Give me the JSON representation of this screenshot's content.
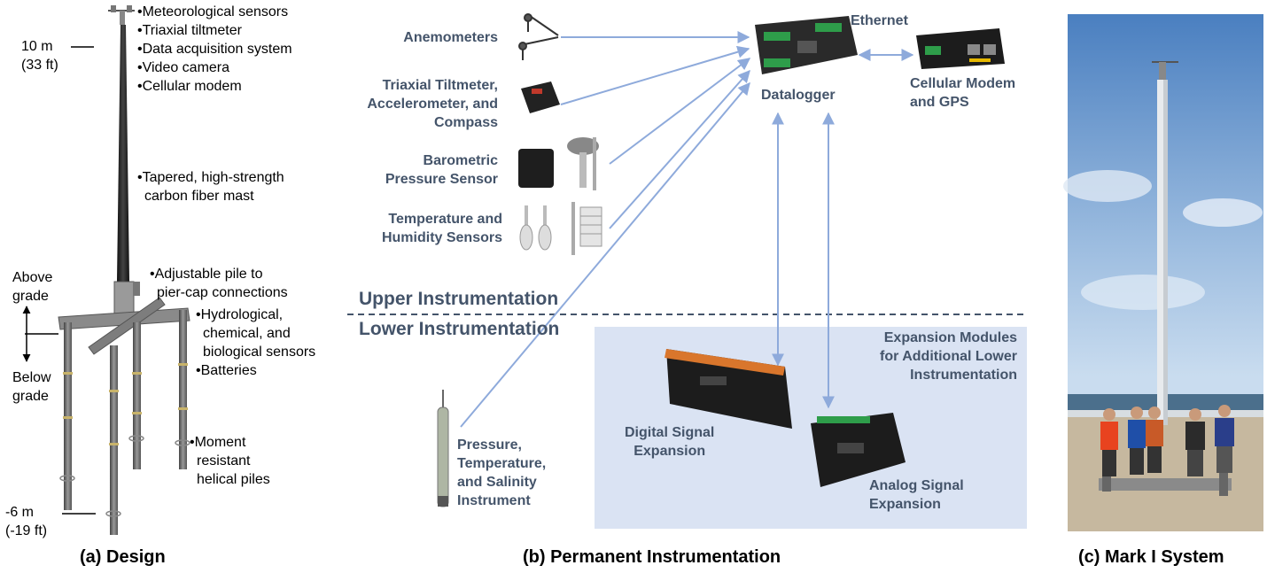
{
  "design": {
    "mast_labels": [
      "•Meteorological sensors",
      "•Triaxial tiltmeter",
      "•Data acquisition system",
      "•Video camera",
      "•Cellular modem"
    ],
    "mast_body": [
      "•Tapered, high-strength",
      "carbon fiber mast"
    ],
    "pile_conn": [
      "•Adjustable pile to",
      "pier-cap connections"
    ],
    "sensors": [
      "•Hydrological,",
      "chemical, and",
      "biological sensors",
      "•Batteries"
    ],
    "piles": [
      "•Moment",
      "resistant",
      "helical piles"
    ],
    "height_top": [
      "10 m",
      "(33 ft)"
    ],
    "height_bottom": [
      "-6 m",
      "(-19 ft)"
    ],
    "above": [
      "Above",
      "grade"
    ],
    "below": [
      "Below",
      "grade"
    ],
    "caption": "(a) Design"
  },
  "instrumentation": {
    "anemometers": "Anemometers",
    "tiltmeter": [
      "Triaxial Tiltmeter,",
      "Accelerometer, and",
      "Compass"
    ],
    "barometric": [
      "Barometric",
      "Pressure Sensor"
    ],
    "temperature": [
      "Temperature and",
      "Humidity Sensors"
    ],
    "ethernet": "Ethernet",
    "datalogger": "Datalogger",
    "modem": [
      "Cellular Modem",
      "and GPS"
    ],
    "upper": "Upper Instrumentation",
    "lower": "Lower Instrumentation",
    "expansion": [
      "Expansion Modules",
      "for Additional Lower",
      "Instrumentation"
    ],
    "digital": [
      "Digital Signal",
      "Expansion"
    ],
    "analog": [
      "Analog Signal",
      "Expansion"
    ],
    "pressure": [
      "Pressure,",
      "Temperature,",
      "and Salinity",
      "Instrument"
    ],
    "caption": "(b) Permanent Instrumentation"
  },
  "photo": {
    "caption": "(c) Mark I System"
  },
  "colors": {
    "arrow": "#8eaadb",
    "label": "#44546a",
    "panel": "#dae3f3"
  }
}
